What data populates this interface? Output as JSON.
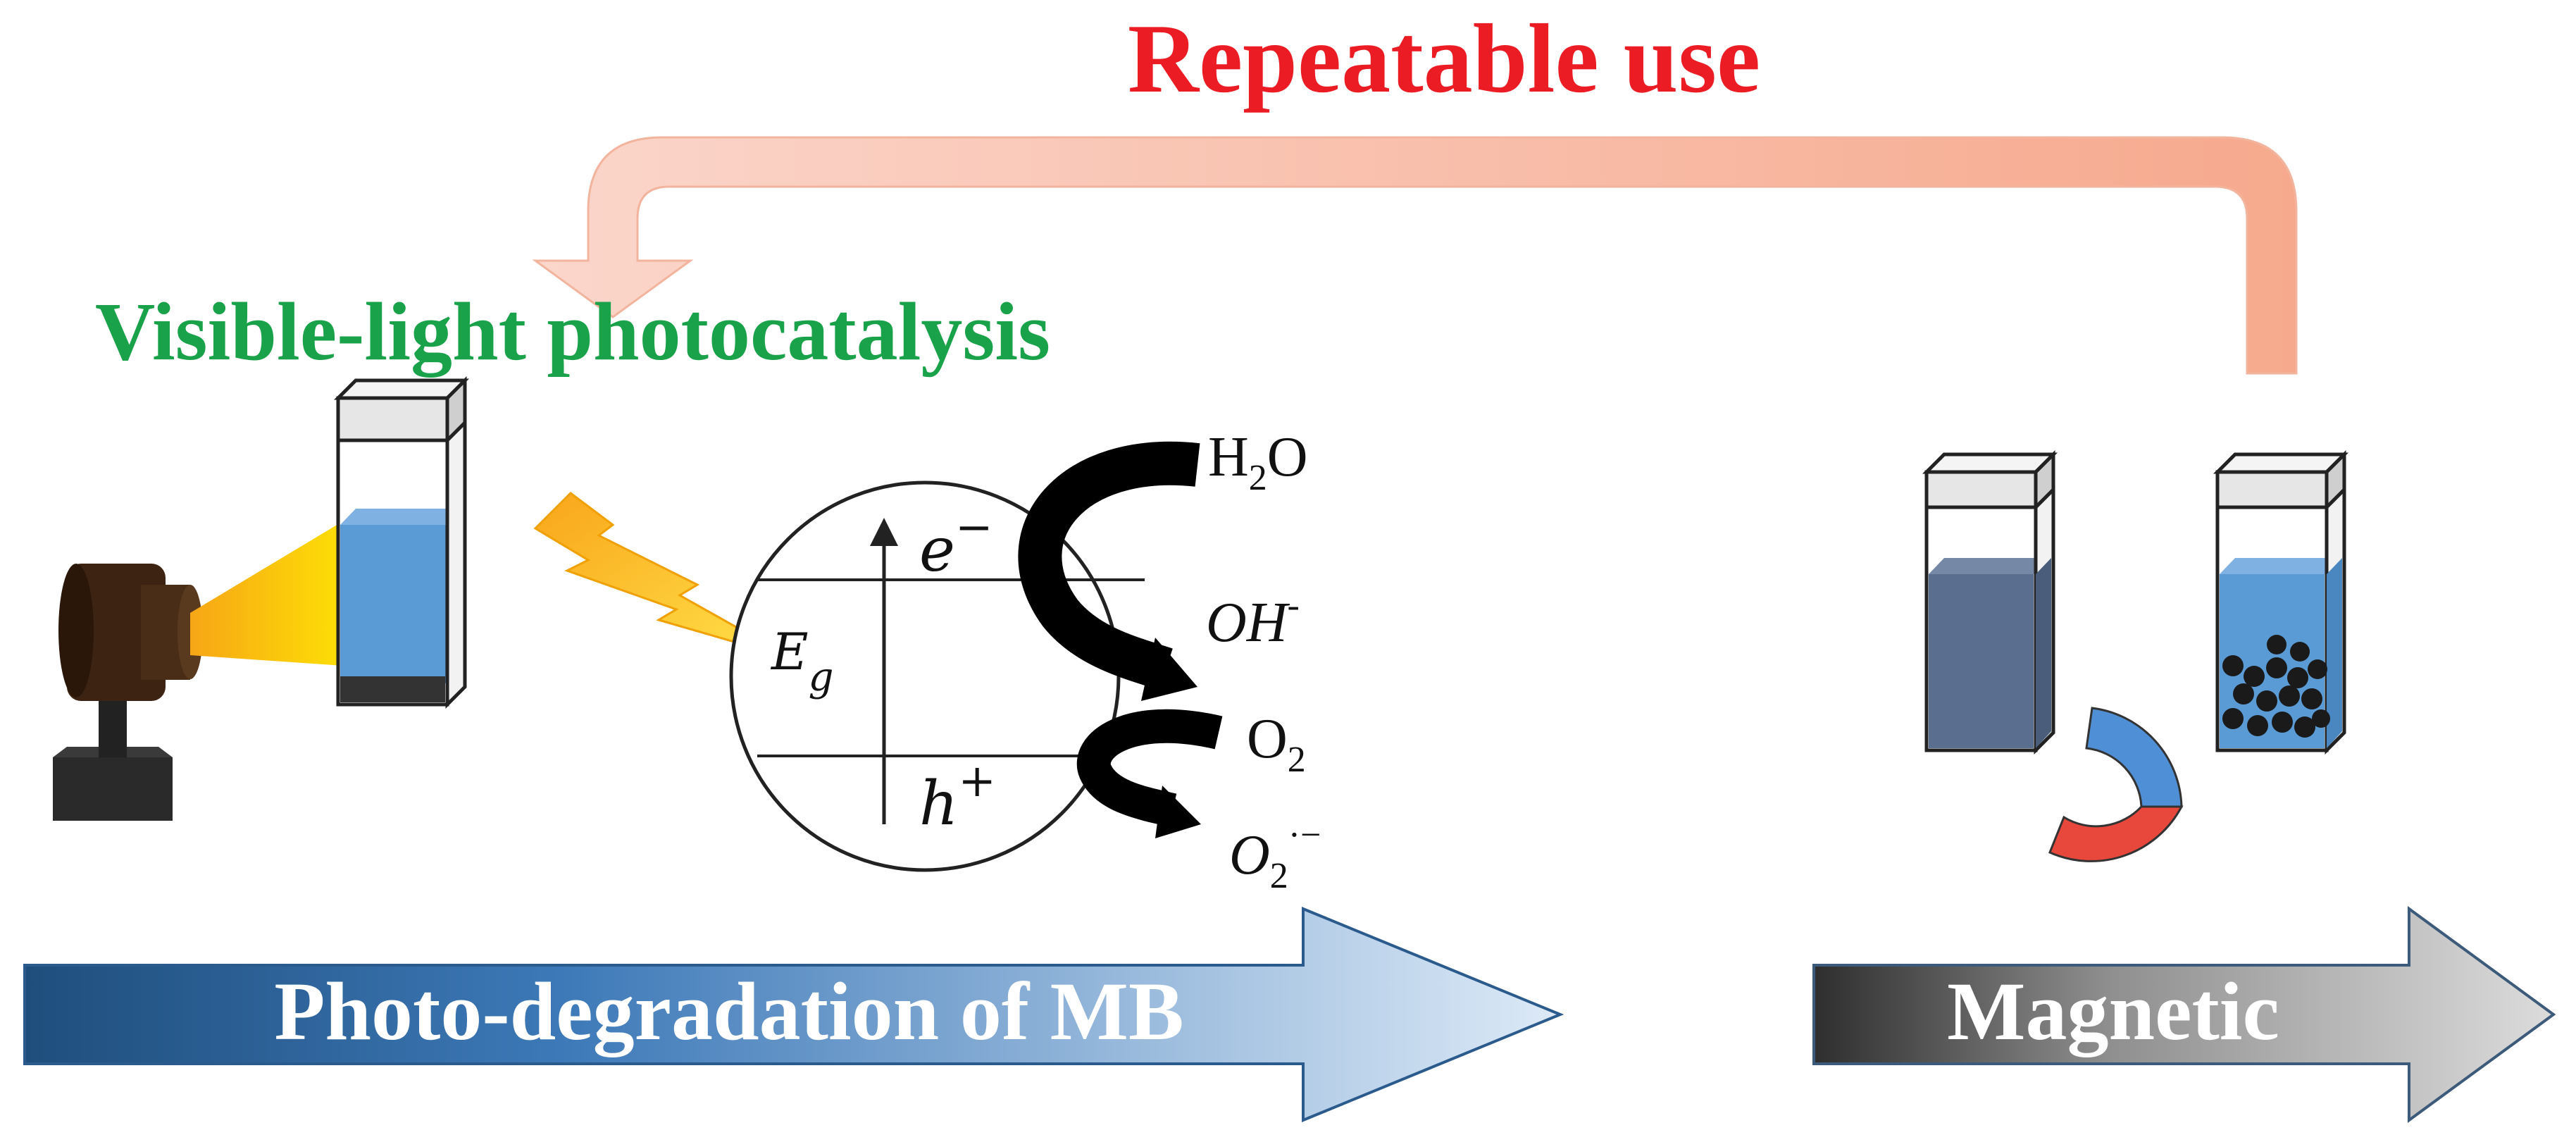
{
  "title": "Repeatable use",
  "subtitle": "Visible-light photocatalysis",
  "bottom_arrow_left": "Photo-degradation of MB",
  "bottom_arrow_right": "Magnetic",
  "band_gap": {
    "symbol": "E",
    "subscript": "g"
  },
  "electron": {
    "symbol": "e",
    "sup": "−"
  },
  "hole": {
    "symbol": "h",
    "sup": "+"
  },
  "products": {
    "h2o": {
      "a": "H",
      "sub": "2",
      "b": "O"
    },
    "oh": {
      "a": "OH",
      "sup": "-"
    },
    "o2": {
      "a": "O",
      "sub": "2"
    },
    "o2_radical": {
      "a": "O",
      "sub": "2",
      "sup": "·−"
    }
  },
  "colors": {
    "title": "#ec1c24",
    "subtitle": "#1aa24a",
    "cuvette_blue": "#5b9bd5",
    "cuvette_dark": "#5a6f8f",
    "lamp_brown": "#3d2412",
    "magnet_blue": "#4f8fd6",
    "magnet_red": "#e8473b"
  }
}
